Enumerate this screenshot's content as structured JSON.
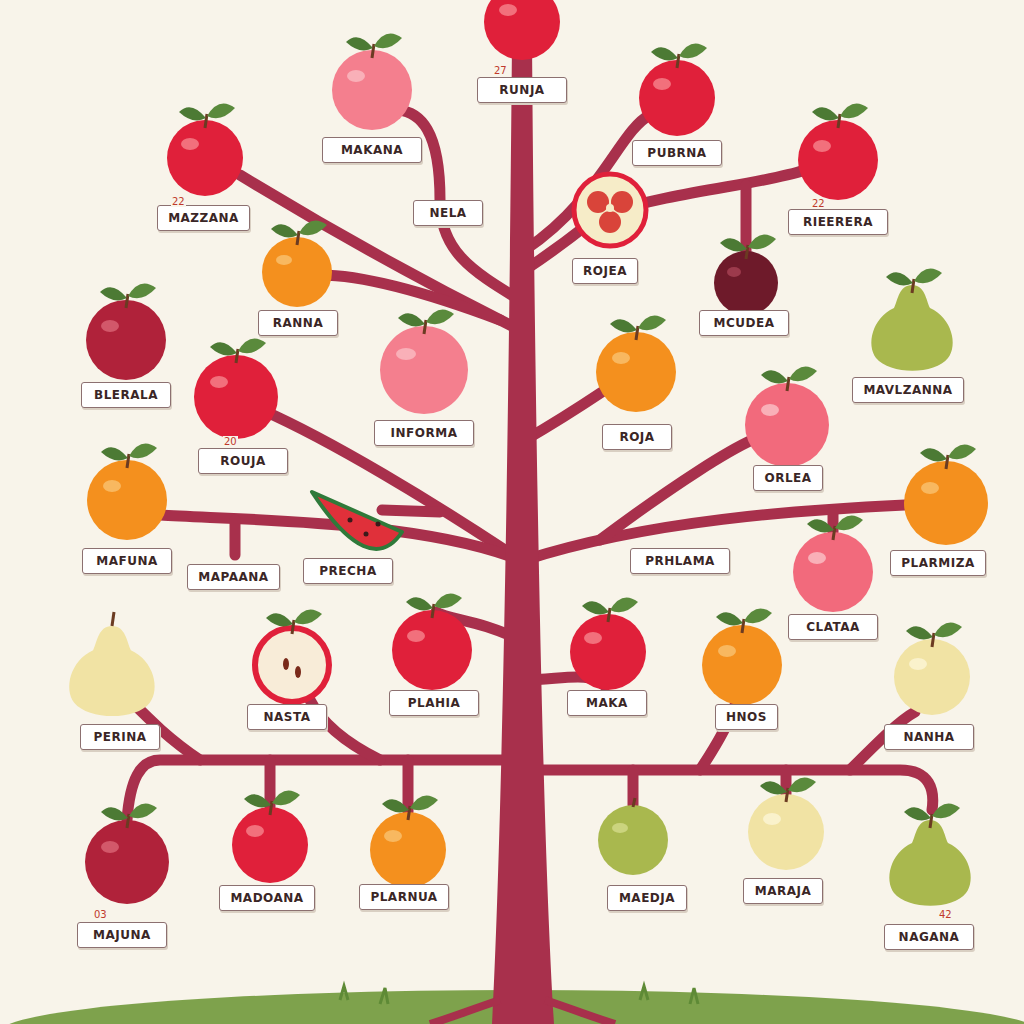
{
  "diagram": {
    "nodes": [
      {
        "text": [
          "RUNJA"
        ]
      },
      {
        "text": [
          "MAKANA"
        ]
      },
      {
        "text": [
          "PUBRNA"
        ]
      },
      {
        "text": [
          "MAZZANA"
        ]
      },
      {
        "text": [
          "NELA"
        ]
      },
      {
        "text": [
          "RIEERERA"
        ]
      },
      {
        "text": [
          "ROJEA"
        ]
      },
      {
        "text": [
          "RANNA"
        ]
      },
      {
        "text": [
          "MCUDEA"
        ]
      },
      {
        "text": [
          "BLERALA"
        ]
      },
      {
        "text": [
          "MAVLZANNA"
        ]
      },
      {
        "text": [
          "INFORMA"
        ]
      },
      {
        "text": [
          "ROJA"
        ]
      },
      {
        "text": [
          "ROUJA"
        ]
      },
      {
        "text": [
          "ORLEA"
        ]
      },
      {
        "text": [
          "MAFUNA"
        ]
      },
      {
        "text": [
          "MAPAANA"
        ]
      },
      {
        "text": [
          "PRECHA"
        ]
      },
      {
        "text": [
          "PRHLAMA"
        ]
      },
      {
        "text": [
          "PLARMIZA"
        ]
      },
      {
        "text": [
          "CLATAA"
        ]
      },
      {
        "text": [
          "PLAHIA"
        ]
      },
      {
        "text": [
          "MAKA"
        ]
      },
      {
        "text": [
          "NASTA"
        ]
      },
      {
        "text": [
          "HNOS"
        ]
      },
      {
        "text": [
          "PERINA"
        ]
      },
      {
        "text": [
          "NANHA"
        ]
      },
      {
        "text": [
          "MADOANA"
        ]
      },
      {
        "text": [
          "PLARNUA"
        ]
      },
      {
        "text": [
          "MAEDJA"
        ]
      },
      {
        "text": [
          "MARAJA"
        ]
      },
      {
        "text": [
          "MAJUNA"
        ]
      },
      {
        "text": [
          "NAGANA"
        ]
      }
    ],
    "labels": [
      "27",
      "22",
      "22",
      "20",
      "03",
      "42"
    ]
  }
}
